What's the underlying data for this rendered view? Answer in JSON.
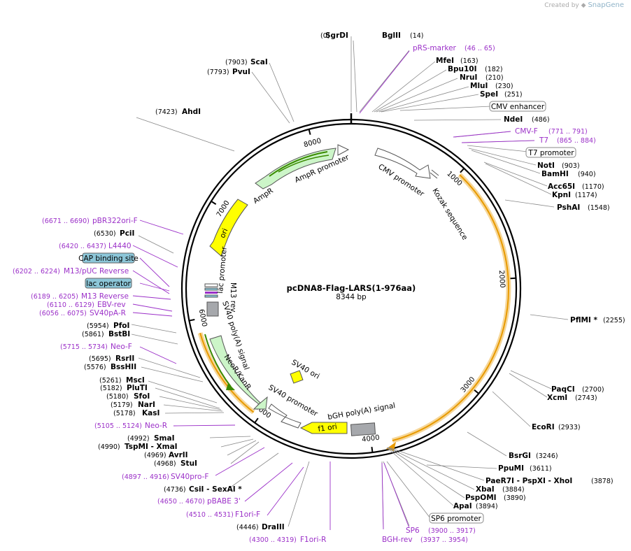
{
  "credit": {
    "prefix": "Created by",
    "brand": "SnapGene"
  },
  "plasmid": {
    "name": "pcDNA8-Flag-LARS(1-976aa)",
    "length": "8344 bp"
  },
  "ticks": [
    "1000",
    "2000",
    "3000",
    "4000",
    "5000",
    "6000",
    "7000",
    "8000"
  ],
  "enzymes": [
    {
      "name": "SgrDI",
      "pos": "(0)"
    },
    {
      "name": "BglII",
      "pos": "(14)"
    },
    {
      "name": "MfeI",
      "pos": "(163)"
    },
    {
      "name": "Bpu10I",
      "pos": "(182)"
    },
    {
      "name": "NruI",
      "pos": "(210)"
    },
    {
      "name": "MluI",
      "pos": "(230)"
    },
    {
      "name": "SpeI",
      "pos": "(251)"
    },
    {
      "name": "NdeI",
      "pos": "(486)"
    },
    {
      "name": "NotI",
      "pos": "(903)"
    },
    {
      "name": "BamHI",
      "pos": "(940)"
    },
    {
      "name": "Acc65I",
      "pos": "(1170)"
    },
    {
      "name": "KpnI",
      "pos": "(1174)"
    },
    {
      "name": "PshAI",
      "pos": "(1548)"
    },
    {
      "name": "PflMI *",
      "pos": "(2255)"
    },
    {
      "name": "PaqCI",
      "pos": "(2700)"
    },
    {
      "name": "XcmI",
      "pos": "(2743)"
    },
    {
      "name": "EcoRI",
      "pos": "(2933)"
    },
    {
      "name": "BsrGI",
      "pos": "(3246)"
    },
    {
      "name": "PpuMI",
      "pos": "(3611)"
    },
    {
      "name": "PaeR7I - PspXI - XhoI",
      "pos": "(3878)"
    },
    {
      "name": "XbaI",
      "pos": "(3884)"
    },
    {
      "name": "PspOMI",
      "pos": "(3890)"
    },
    {
      "name": "ApaI",
      "pos": "(3894)"
    },
    {
      "name": "DraIII",
      "pos": "(4446)"
    },
    {
      "name": "CsiI - SexAI *",
      "pos": "(4736)"
    },
    {
      "name": "StuI",
      "pos": "(4968)"
    },
    {
      "name": "AvrII",
      "pos": "(4969)"
    },
    {
      "name": "TspMI - XmaI",
      "pos": "(4990)"
    },
    {
      "name": "SmaI",
      "pos": "(4992)"
    },
    {
      "name": "KasI",
      "pos": "(5178)"
    },
    {
      "name": "NarI",
      "pos": "(5179)"
    },
    {
      "name": "SfoI",
      "pos": "(5180)"
    },
    {
      "name": "PluTI",
      "pos": "(5182)"
    },
    {
      "name": "MscI",
      "pos": "(5261)"
    },
    {
      "name": "BssHII",
      "pos": "(5576)"
    },
    {
      "name": "RsrII",
      "pos": "(5695)"
    },
    {
      "name": "BstBI",
      "pos": "(5861)"
    },
    {
      "name": "PfoI",
      "pos": "(5954)"
    },
    {
      "name": "PciI",
      "pos": "(6530)"
    },
    {
      "name": "AhdI",
      "pos": "(7423)"
    },
    {
      "name": "PvuI",
      "pos": "(7793)"
    },
    {
      "name": "ScaI",
      "pos": "(7903)"
    }
  ],
  "primers": [
    {
      "name": "pRS-marker",
      "pos": "(46 .. 65)"
    },
    {
      "name": "CMV-F",
      "pos": "(771 .. 791)"
    },
    {
      "name": "T7",
      "pos": "(865 .. 884)"
    },
    {
      "name": "SP6",
      "pos": "(3900 .. 3917)"
    },
    {
      "name": "BGH-rev",
      "pos": "(3937 .. 3954)"
    },
    {
      "name": "F1ori-R",
      "pos": "(4300 .. 4319)"
    },
    {
      "name": "F1ori-F",
      "pos": "(4510 .. 4531)"
    },
    {
      "name": "pBABE 3'",
      "pos": "(4650 .. 4670)"
    },
    {
      "name": "SV40pro-F",
      "pos": "(4897 .. 4916)"
    },
    {
      "name": "Neo-R",
      "pos": "(5105 .. 5124)"
    },
    {
      "name": "Neo-F",
      "pos": "(5715 .. 5734)"
    },
    {
      "name": "SV40pA-R",
      "pos": "(6056 .. 6075)"
    },
    {
      "name": "EBV-rev",
      "pos": "(6110 .. 6129)"
    },
    {
      "name": "M13 Reverse",
      "pos": "(6189 .. 6205)"
    },
    {
      "name": "M13/pUC Reverse",
      "pos": "(6202 .. 6224)"
    },
    {
      "name": "L4440",
      "pos": "(6420 .. 6437)"
    },
    {
      "name": "pBR322ori-F",
      "pos": "(6671 .. 6690)"
    }
  ],
  "boxed_features": [
    {
      "name": "CMV enhancer",
      "style": "outline"
    },
    {
      "name": "T7 promoter",
      "style": "outline"
    },
    {
      "name": "SP6 promoter",
      "style": "outline"
    },
    {
      "name": "CAP binding site",
      "style": "filled"
    },
    {
      "name": "lac operator",
      "style": "filled"
    }
  ],
  "features": [
    {
      "name": "AmpR promoter"
    },
    {
      "name": "AmpR"
    },
    {
      "name": "ori"
    },
    {
      "name": "CMV promoter"
    },
    {
      "name": "Kozak sequence"
    },
    {
      "name": "lac promoter"
    },
    {
      "name": "M13 rev"
    },
    {
      "name": "SV40 poly(A) signal"
    },
    {
      "name": "NeoR/KanR"
    },
    {
      "name": "SV40 ori"
    },
    {
      "name": "SV40 promoter"
    },
    {
      "name": "f1 ori"
    },
    {
      "name": "bGH poly(A) signal"
    }
  ],
  "colors": {
    "primer": "#9b30c8",
    "ampr": "#ccf5c8",
    "ori": "#ffff00",
    "insert_orf": "#f2a900",
    "promoter": "#ffffff",
    "polyA": "#a6a8ac",
    "boxed_filled": "#8cc6d8"
  }
}
